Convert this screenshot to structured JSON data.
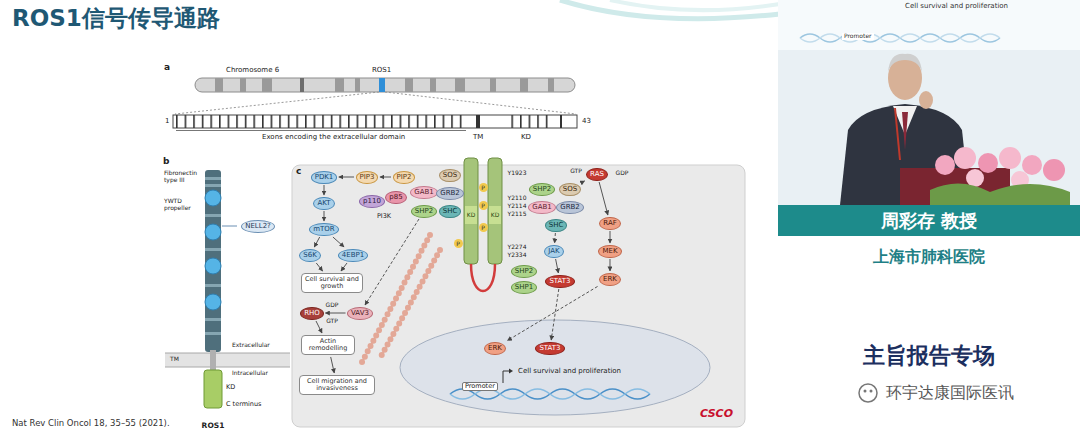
{
  "diagram": {
    "title": "ROS1信号传导通路",
    "caption": "Nat Rev Clin Oncol 18, 35–55 (2021).",
    "nodes": [
      {
        "text": [
          "c"
        ]
      },
      {
        "text": [
          "PDK1"
        ],
        "in": 0
      },
      {
        "text": [
          "AKT"
        ],
        "in": 0
      },
      {
        "text": [
          "mTOR"
        ],
        "in": 0
      },
      {
        "text": [
          "S6K"
        ],
        "in": 0
      },
      {
        "text": [
          "4EBP1"
        ],
        "in": 0
      },
      {
        "text": [
          "Cell survival and growth"
        ],
        "in": 0
      },
      {
        "text": [
          "PIP3"
        ],
        "in": 0
      },
      {
        "text": [
          "PIP2"
        ],
        "in": 0
      },
      {
        "text": [
          "p85"
        ],
        "in": 0
      },
      {
        "text": [
          "p110"
        ],
        "in": 0
      },
      {
        "text": [
          "GAB1"
        ],
        "in": 0
      },
      {
        "text": [
          "SOS"
        ],
        "in": 0
      },
      {
        "text": [
          "GRB2"
        ],
        "in": 0
      },
      {
        "text": [
          "SHP2"
        ],
        "in": 0
      },
      {
        "text": [
          "SHC"
        ],
        "in": 0
      },
      {
        "text": [
          "RHO"
        ],
        "in": 0
      },
      {
        "text": [
          "VAV3"
        ],
        "in": 0
      },
      {
        "text": [
          "Actin remodelling"
        ],
        "in": 0
      },
      {
        "text": [
          "Cell migration and invasiveness"
        ],
        "in": 0
      },
      {
        "text": [
          "SHP2"
        ],
        "in": 0
      },
      {
        "text": [
          "GAB1"
        ],
        "in": 0
      },
      {
        "text": [
          "GRB2"
        ],
        "in": 0
      },
      {
        "text": [
          "SOS"
        ],
        "in": 0
      },
      {
        "text": [
          "SHC"
        ],
        "in": 0
      },
      {
        "text": [
          "SHP2"
        ],
        "in": 0
      },
      {
        "text": [
          "SHP1"
        ],
        "in": 0
      },
      {
        "text": [
          "RAS"
        ],
        "in": 0
      },
      {
        "text": [
          "RAF"
        ],
        "in": 0
      },
      {
        "text": [
          "MEK"
        ],
        "in": 0
      },
      {
        "text": [
          "ERK"
        ],
        "in": 0
      },
      {
        "text": [
          "JAK"
        ],
        "in": 0
      },
      {
        "text": [
          "STAT3"
        ],
        "in": 0
      },
      {
        "text": [
          "Cell survival and proliferation",
          "Promoter"
        ],
        "in": 0
      },
      {
        "text": [
          "ERK"
        ],
        "in": 33
      },
      {
        "text": [
          "STAT3"
        ],
        "in": 33
      },
      {
        "text": [
          "NELL2?"
        ]
      },
      {
        "text": [
          "周彩存 教授"
        ]
      }
    ],
    "edges": [
      {
        "from": 1,
        "to": 2,
        "arrow": "to"
      },
      {
        "from": 2,
        "to": 3,
        "arrow": "to"
      },
      {
        "from": 3,
        "to": 4,
        "arrow": "to"
      },
      {
        "from": 3,
        "to": 5,
        "arrow": "to"
      },
      {
        "from": 4,
        "to": 6,
        "arrow": "to"
      },
      {
        "from": 5,
        "to": 6,
        "arrow": "to"
      },
      {
        "from": 7,
        "to": 1,
        "arrow": "to"
      },
      {
        "from": 8,
        "to": 7,
        "arrow": "to"
      },
      {
        "from": 14,
        "to": 17,
        "arrow": "to"
      },
      {
        "from": 17,
        "to": 16,
        "arrow": "to"
      },
      {
        "from": 16,
        "to": 18,
        "arrow": "to"
      },
      {
        "from": 18,
        "to": 19,
        "arrow": "to"
      },
      {
        "from": 23,
        "to": 27,
        "arrow": "to"
      },
      {
        "from": 27,
        "to": 28,
        "arrow": "to"
      },
      {
        "from": 28,
        "to": 29,
        "arrow": "to"
      },
      {
        "from": 29,
        "to": 30,
        "arrow": "to"
      },
      {
        "from": 30,
        "to": 34,
        "arrow": "to"
      },
      {
        "from": 24,
        "to": 31,
        "arrow": "to"
      },
      {
        "from": 31,
        "to": 32,
        "arrow": "to"
      },
      {
        "from": 32,
        "to": 35,
        "arrow": "to"
      }
    ],
    "labels": [
      "a",
      "Chromosome 6",
      "ROS1",
      "1",
      "43",
      "Exons encoding the extracellular domain",
      "TM",
      "KD",
      "b",
      "Fibronectin type III",
      "YWTD propeller",
      "TM",
      "Extracellular",
      "Intracellular",
      "KD",
      "C terminus",
      "ROS1",
      "PI3K",
      "Y1923",
      "Y2110",
      "Y2114",
      "Y2115",
      "Y2274",
      "Y2334",
      "KD",
      "KD",
      "GDP",
      "GTP",
      "GTP",
      "GDP",
      "P",
      "P",
      "P",
      "P",
      "Cell survival and proliferation",
      "Promoter",
      "CSCO",
      "上海市肺科医院",
      "主旨报告专场",
      "环宇达康国际医讯"
    ]
  }
}
